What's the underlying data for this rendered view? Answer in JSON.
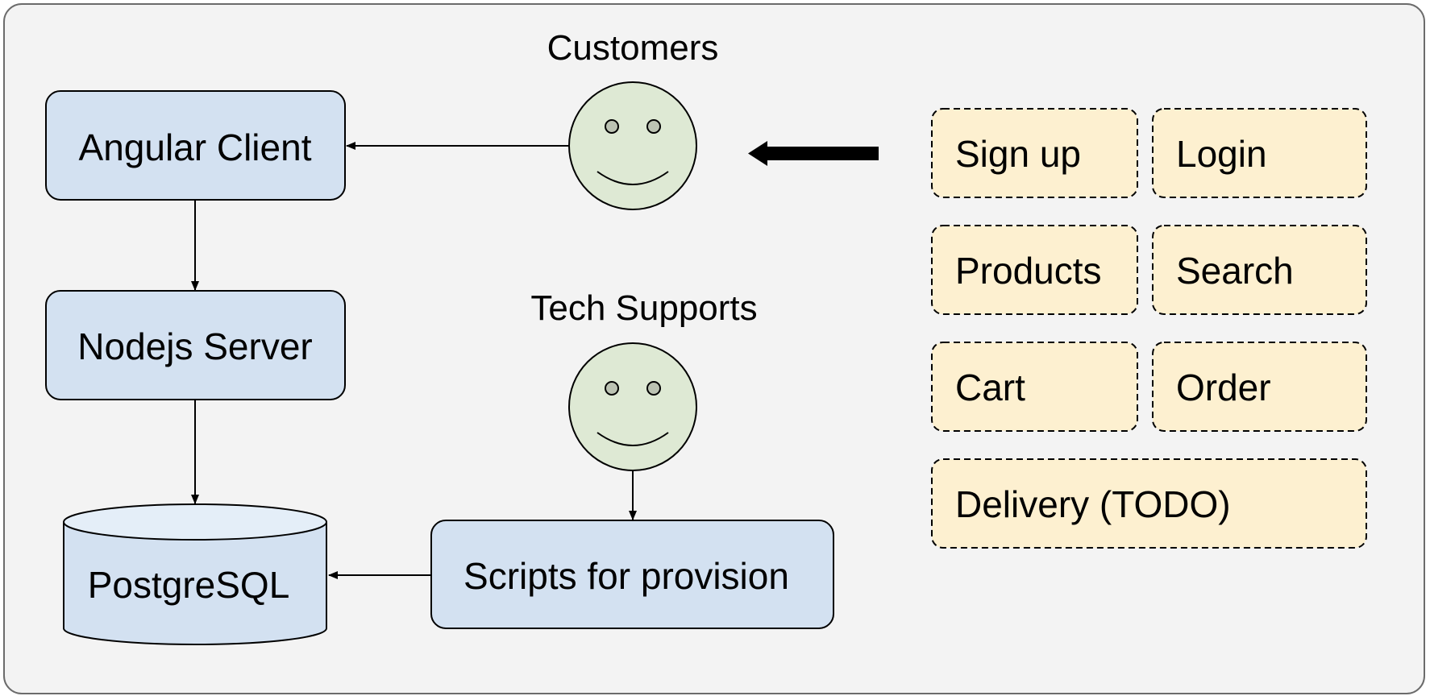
{
  "colors": {
    "frame_fill": "#f3f3f3",
    "frame_stroke": "#6b6b6b",
    "component_fill": "#d3e1f1",
    "db_top_fill": "#e4eef8",
    "actor_fill": "#dee9d4",
    "actor_eye_fill": "#bcc3b3",
    "feature_fill": "#fdf0d0",
    "stroke": "#000000"
  },
  "actors": [
    {
      "id": "customers",
      "label": "Customers",
      "icon": "smiley-face-icon"
    },
    {
      "id": "tech-supports",
      "label": "Tech Supports",
      "icon": "smiley-face-icon"
    }
  ],
  "components": [
    {
      "id": "angular-client",
      "label": "Angular Client",
      "shape": "rounded-rectangle"
    },
    {
      "id": "nodejs-server",
      "label": "Nodejs Server",
      "shape": "rounded-rectangle"
    },
    {
      "id": "postgresql",
      "label": "PostgreSQL",
      "shape": "cylinder"
    },
    {
      "id": "scripts-for-provision",
      "label": "Scripts for provision",
      "shape": "rounded-rectangle"
    }
  ],
  "edges": [
    {
      "from": "customers",
      "to": "angular-client"
    },
    {
      "from": "angular-client",
      "to": "nodejs-server"
    },
    {
      "from": "nodejs-server",
      "to": "postgresql"
    },
    {
      "from": "tech-supports",
      "to": "scripts-for-provision"
    },
    {
      "from": "scripts-for-provision",
      "to": "postgresql"
    }
  ],
  "features": [
    {
      "id": "sign-up",
      "label": "Sign up"
    },
    {
      "id": "login",
      "label": "Login"
    },
    {
      "id": "products",
      "label": "Products"
    },
    {
      "id": "search",
      "label": "Search"
    },
    {
      "id": "cart",
      "label": "Cart"
    },
    {
      "id": "order",
      "label": "Order"
    },
    {
      "id": "delivery",
      "label": "Delivery (TODO)"
    }
  ],
  "feature_group_arrow": {
    "from": "features",
    "to": "customers",
    "style": "thick"
  }
}
